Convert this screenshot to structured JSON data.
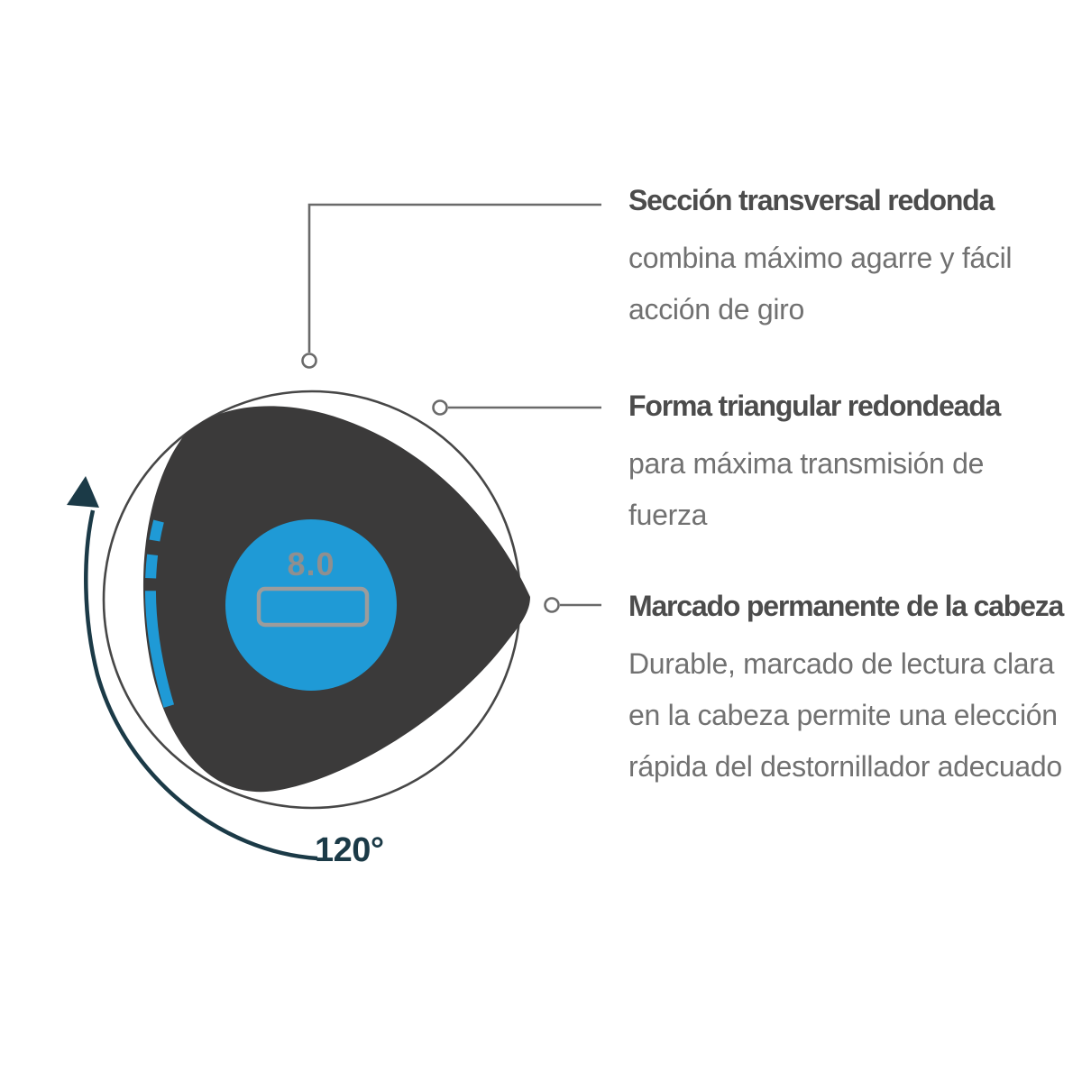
{
  "diagram": {
    "size_label": "8.0",
    "angle_label": "120°",
    "colors": {
      "accent_blue": "#1f9ad6",
      "handle_dark": "#3b3a3a",
      "outline_gray": "#474747",
      "arc_teal": "#1b3a47",
      "leader_gray": "#6a6a6a",
      "marking_gray": "#9c9c9c"
    }
  },
  "callouts": [
    {
      "title": "Sección transversal redonda",
      "body": "combina máximo agarre y fácil\nacción de giro"
    },
    {
      "title": "Forma triangular redondeada",
      "body": "para máxima transmisión de\nfuerza"
    },
    {
      "title": "Marcado permanente de la cabeza",
      "body": "Durable, marcado de lectura clara\nen la cabeza permite una elección\nrápida del destornillador adecuado"
    }
  ]
}
